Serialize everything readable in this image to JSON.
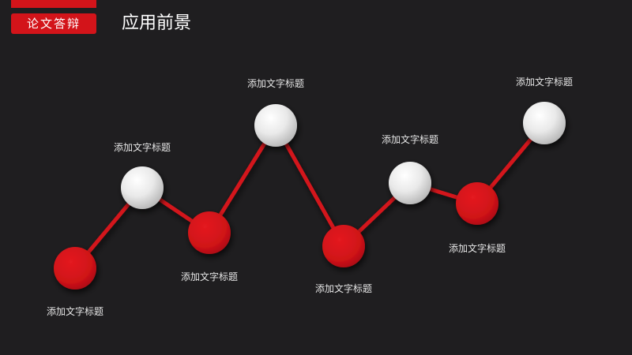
{
  "header": {
    "badge": "论文答辩",
    "title": "应用前景"
  },
  "colors": {
    "accent": "#d3141a",
    "background": "#1f1e20",
    "node_light": "#e8e8e8"
  },
  "nodes": [
    {
      "label": "添加文字标题",
      "style": "red"
    },
    {
      "label": "添加文字标题",
      "style": "white"
    },
    {
      "label": "添加文字标题",
      "style": "red"
    },
    {
      "label": "添加文字标题",
      "style": "white"
    },
    {
      "label": "添加文字标题",
      "style": "red"
    },
    {
      "label": "添加文字标题",
      "style": "white"
    },
    {
      "label": "添加文字标题",
      "style": "red"
    },
    {
      "label": "添加文字标题",
      "style": "white"
    }
  ]
}
